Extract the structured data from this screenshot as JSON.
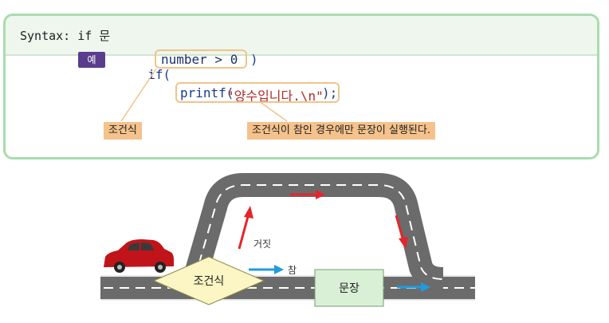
{
  "syntax": {
    "title": "Syntax: if 문",
    "example_badge": "예",
    "code_line1_keyword": "if(",
    "code_line1_condition": "number > 0",
    "code_line1_close": ")",
    "code_line2_fn": "printf(",
    "code_line2_string": "\"양수입니다.\\n\"",
    "code_line2_end": ");",
    "label_condition": "조건식",
    "label_statement": "조건식이 참인 경우에만 문장이 실행된다."
  },
  "diagram": {
    "condition_label": "조건식",
    "statement_label": "문장",
    "false_label": "거짓",
    "true_label": "참",
    "colors": {
      "road": "#6b6b6b",
      "road_edge": "#e8e8e8",
      "diamond_fill": "#fbf6c3",
      "statement_fill": "#d9efd6",
      "arrow_red": "#e3262b",
      "arrow_blue": "#1f9be0",
      "car": "#c0141a"
    }
  }
}
